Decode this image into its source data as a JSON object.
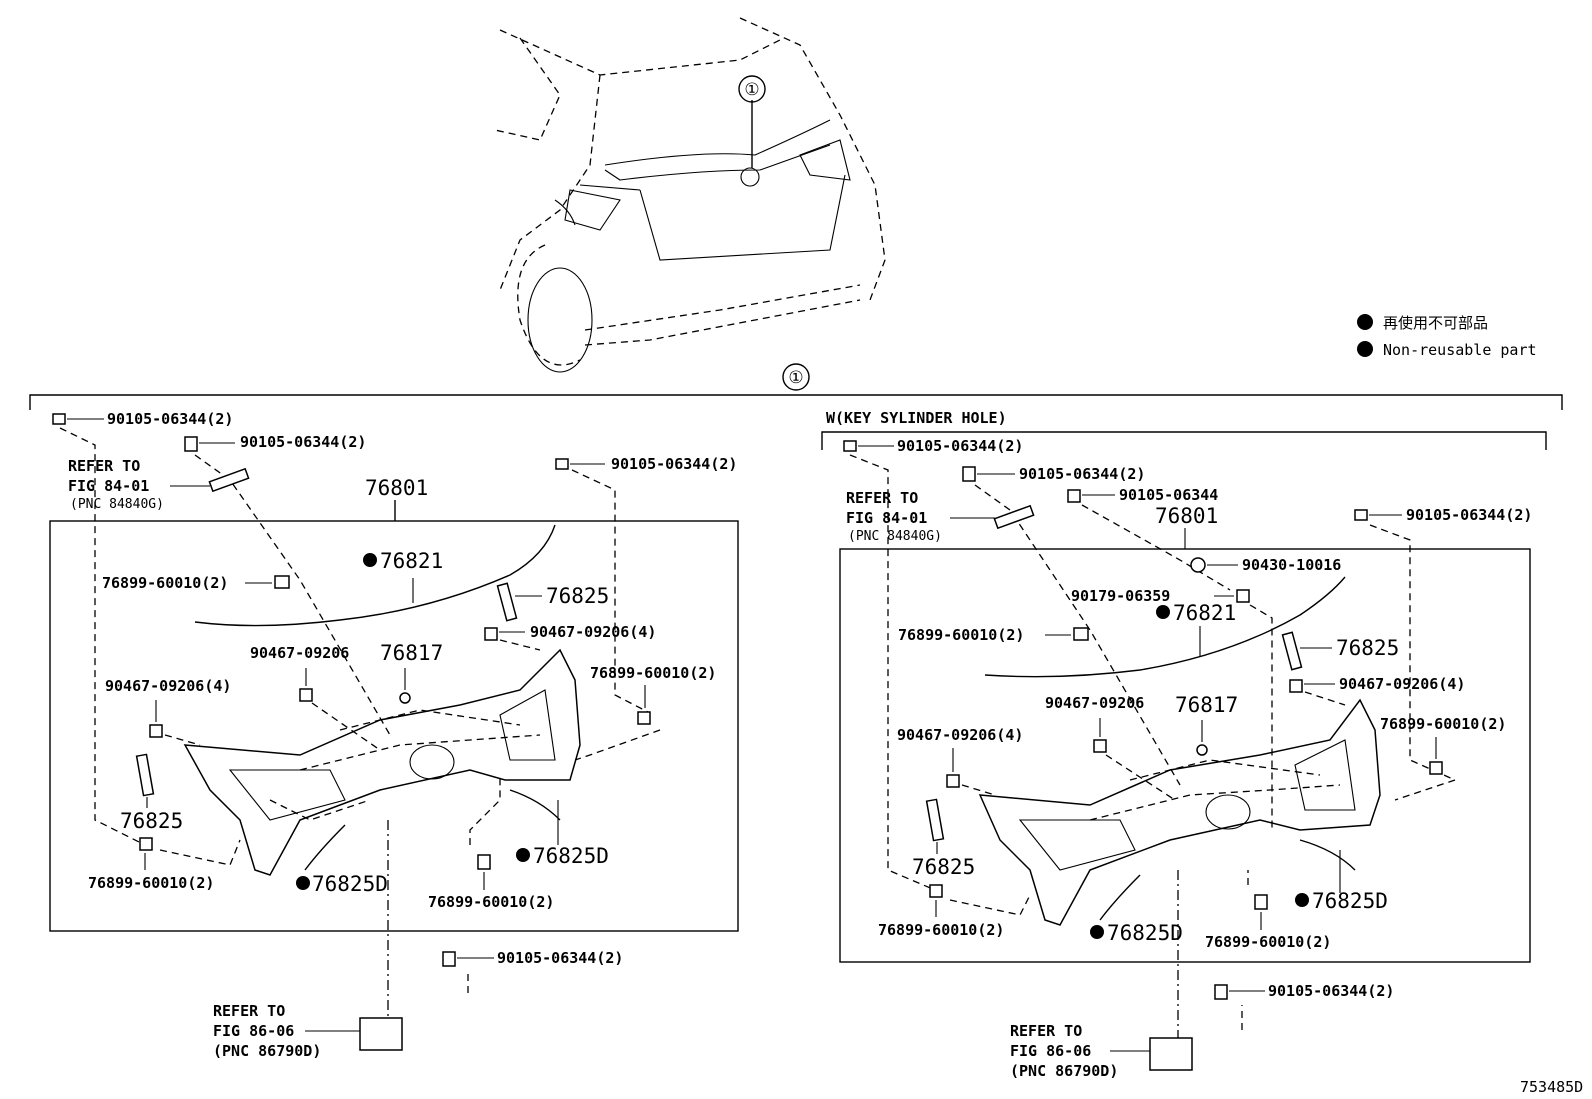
{
  "legend": {
    "items": [
      {
        "symbol": "●",
        "label": "再使用不可部品"
      },
      {
        "symbol": "●",
        "label": "Non-reusable part"
      }
    ]
  },
  "callout": "①",
  "variant_right": "W(KEY SYLINDER HOLE)",
  "figure_id": "753485D",
  "left": {
    "assembly": "76801",
    "refer_top": [
      "REFER TO",
      "FIG 84-01",
      "(PNC 84840G)"
    ],
    "refer_bottom": [
      "REFER TO",
      "FIG 86-06",
      "(PNC 86790D)"
    ],
    "labels": {
      "screw_a": "90105-06344(2)",
      "screw_b": "90105-06344(2)",
      "screw_c": "90105-06344(2)",
      "screw_d": "90105-06344(2)",
      "seal": "76821",
      "spoiler_piece_top": "76825",
      "spoiler_piece_left": "76825",
      "clip_top_left": "76899-60010(2)",
      "clip_right": "76899-60010(2)",
      "clip_bottom_left": "76899-60010(2)",
      "clip_bottom_mid": "76899-60010(2)",
      "nut_single": "90467-09206",
      "nut_right": "90467-09206(4)",
      "nut_left": "90467-09206(4)",
      "emblem": "76817",
      "tape_left": "76825D",
      "tape_right": "76825D"
    }
  },
  "right": {
    "assembly": "76801",
    "refer_top": [
      "REFER TO",
      "FIG 84-01",
      "(PNC 84840G)"
    ],
    "refer_bottom": [
      "REFER TO",
      "FIG 86-06",
      "(PNC 86790D)"
    ],
    "labels": {
      "screw_a": "90105-06344(2)",
      "screw_b": "90105-06344(2)",
      "screw_c": "90105-06344",
      "screw_d": "90105-06344(2)",
      "screw_e": "90105-06344(2)",
      "washer": "90430-10016",
      "grommet": "90179-06359",
      "seal": "76821",
      "spoiler_piece_top": "76825",
      "spoiler_piece_left": "76825",
      "clip_top_left": "76899-60010(2)",
      "clip_right": "76899-60010(2)",
      "clip_bottom_left": "76899-60010(2)",
      "clip_bottom_mid": "76899-60010(2)",
      "nut_single": "90467-09206",
      "nut_right": "90467-09206(4)",
      "nut_left": "90467-09206(4)",
      "emblem": "76817",
      "tape_left": "76825D",
      "tape_right": "76825D"
    }
  }
}
